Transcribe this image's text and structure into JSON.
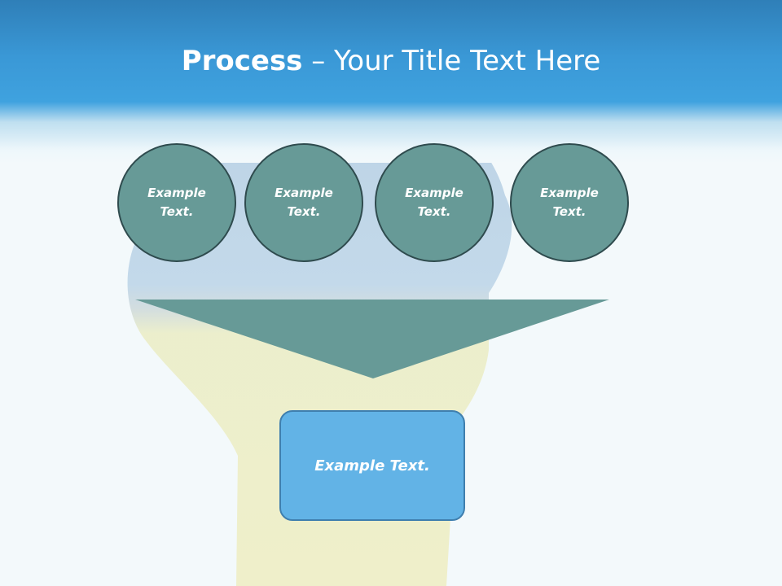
{
  "slide": {
    "title_bold": "Process",
    "title_rest": " – Your Title Text Here"
  },
  "circles": [
    {
      "label": "Example\nText."
    },
    {
      "label": "Example\nText."
    },
    {
      "label": "Example\nText."
    },
    {
      "label": "Example\nText."
    }
  ],
  "result_box": {
    "label": "Example Text."
  },
  "colors": {
    "header_blue": "#3a98d6",
    "circle_fill": "#679a97",
    "circle_border": "#2f4b4e",
    "funnel_fill": "#679a97",
    "box_fill": "#62b3e6",
    "box_border": "#3f7fae"
  }
}
